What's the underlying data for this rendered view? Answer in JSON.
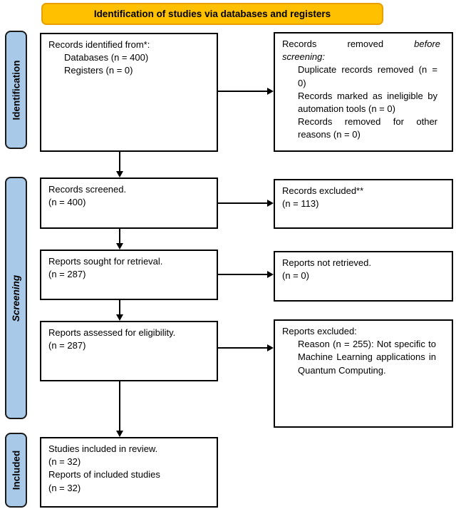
{
  "banner": {
    "label": "Identification of studies via databases and registers"
  },
  "stages": [
    {
      "label": "Identification"
    },
    {
      "label": "Screening"
    },
    {
      "label": "Included"
    }
  ],
  "boxes": {
    "records_identified": {
      "title": "Records identified from*:",
      "items": [
        "Databases (n = 400)",
        "Registers (n = 0)"
      ]
    },
    "records_removed": {
      "justified_first_line_words": [
        "Records",
        "removed",
        "before"
      ],
      "second_line": "screening:",
      "items": [
        "Duplicate records removed (n = 0)",
        "Records marked as ineligible by automation tools (n = 0)",
        "Records removed for other reasons (n = 0)"
      ]
    },
    "records_screened": {
      "lines": [
        "Records screened.",
        "(n = 400)"
      ]
    },
    "records_excluded": {
      "lines": [
        "Records excluded**",
        "(n = 113)"
      ]
    },
    "reports_sought": {
      "lines": [
        "Reports sought for retrieval.",
        "(n = 287)"
      ]
    },
    "reports_not_retrieved": {
      "lines": [
        "Reports not retrieved.",
        "(n = 0)"
      ]
    },
    "reports_assessed": {
      "lines": [
        "Reports assessed for eligibility.",
        "(n = 287)"
      ]
    },
    "reports_excluded": {
      "title": "Reports excluded:",
      "reason": "Reason (n = 255): Not specific to Machine Learning applications in Quantum Computing."
    },
    "studies_included": {
      "lines": [
        "Studies included in review.",
        "(n = 32)",
        "Reports of included studies",
        "(n = 32)"
      ]
    }
  },
  "colors": {
    "banner_fill": "#FFC000",
    "banner_border": "#E8A000",
    "stage_fill": "#A9C9E8",
    "stage_border": "#1A1A1A",
    "box_border": "#000000",
    "arrow": "#000000",
    "text": "#000000"
  }
}
